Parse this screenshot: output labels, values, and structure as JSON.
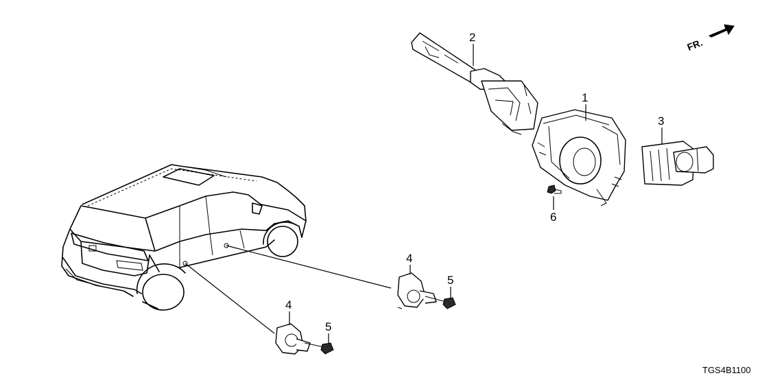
{
  "diagram": {
    "direction_indicator": "FR.",
    "drawing_code": "TGS4B1100",
    "callouts": [
      {
        "id": "callout-1",
        "label": "1"
      },
      {
        "id": "callout-2",
        "label": "2"
      },
      {
        "id": "callout-3",
        "label": "3"
      },
      {
        "id": "callout-4a",
        "label": "4"
      },
      {
        "id": "callout-4b",
        "label": "4"
      },
      {
        "id": "callout-5a",
        "label": "5"
      },
      {
        "id": "callout-5b",
        "label": "5"
      },
      {
        "id": "callout-6",
        "label": "6"
      }
    ]
  }
}
